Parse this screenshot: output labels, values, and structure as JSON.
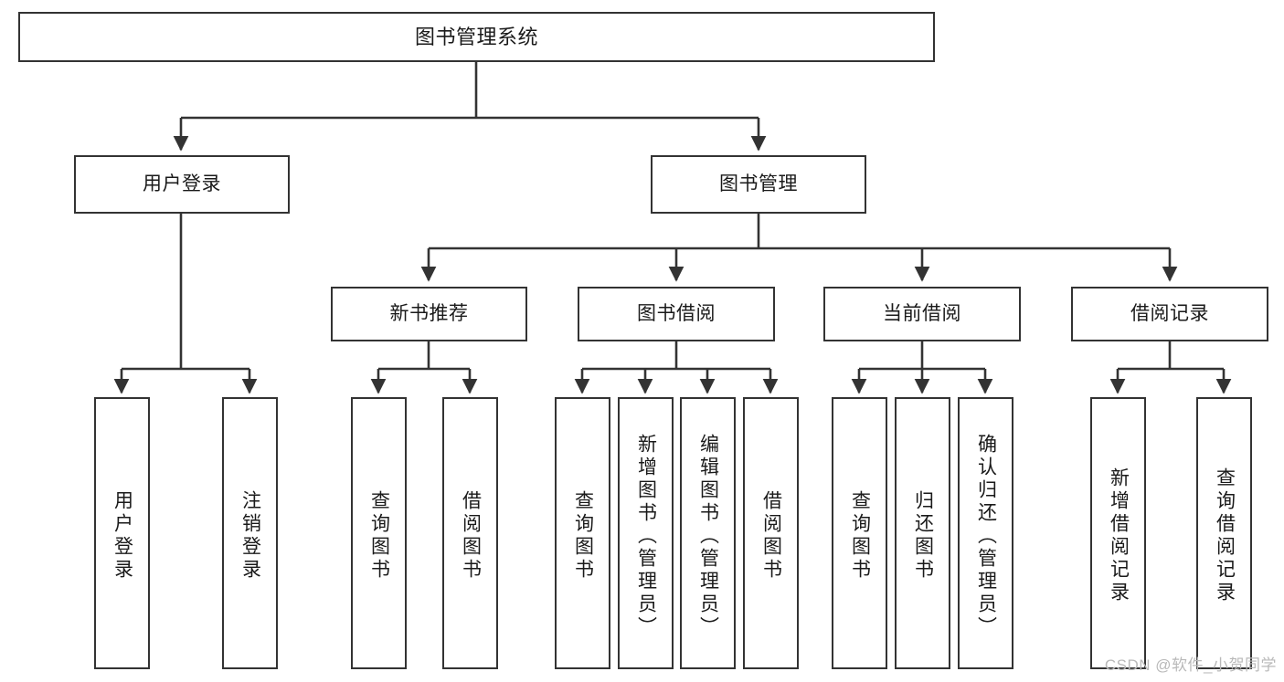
{
  "diagram": {
    "title": "图书管理系统",
    "type": "tree-hierarchy-chart",
    "colors": {
      "box_border": "#333333",
      "box_fill": "#ffffff",
      "edge": "#333333",
      "text": "#1a1a1a",
      "watermark": "#b9b9b9",
      "background": "#ffffff"
    }
  },
  "nodes": {
    "root": {
      "label": "图书管理系统"
    },
    "level2": [
      {
        "label": "用户登录"
      },
      {
        "label": "图书管理"
      }
    ],
    "level3": [
      {
        "label": "新书推荐"
      },
      {
        "label": "图书借阅"
      },
      {
        "label": "当前借阅"
      },
      {
        "label": "借阅记录"
      }
    ],
    "leaves": {
      "user_login": [
        {
          "label": "用户登录"
        },
        {
          "label": "注销登录"
        }
      ],
      "new_book_recommend": [
        {
          "label": "查询图书"
        },
        {
          "label": "借阅图书"
        }
      ],
      "book_borrow": [
        {
          "label": "查询图书"
        },
        {
          "label": "新增图书（管理员）"
        },
        {
          "label": "编辑图书（管理员）"
        },
        {
          "label": "借阅图书"
        }
      ],
      "current_borrow": [
        {
          "label": "查询图书"
        },
        {
          "label": "归还图书"
        },
        {
          "label": "确认归还（管理员）"
        }
      ],
      "borrow_record": [
        {
          "label": "新增借阅记录"
        },
        {
          "label": "查询借阅记录"
        }
      ]
    }
  },
  "watermark": {
    "text": "CSDN @软件_小贺同学"
  }
}
